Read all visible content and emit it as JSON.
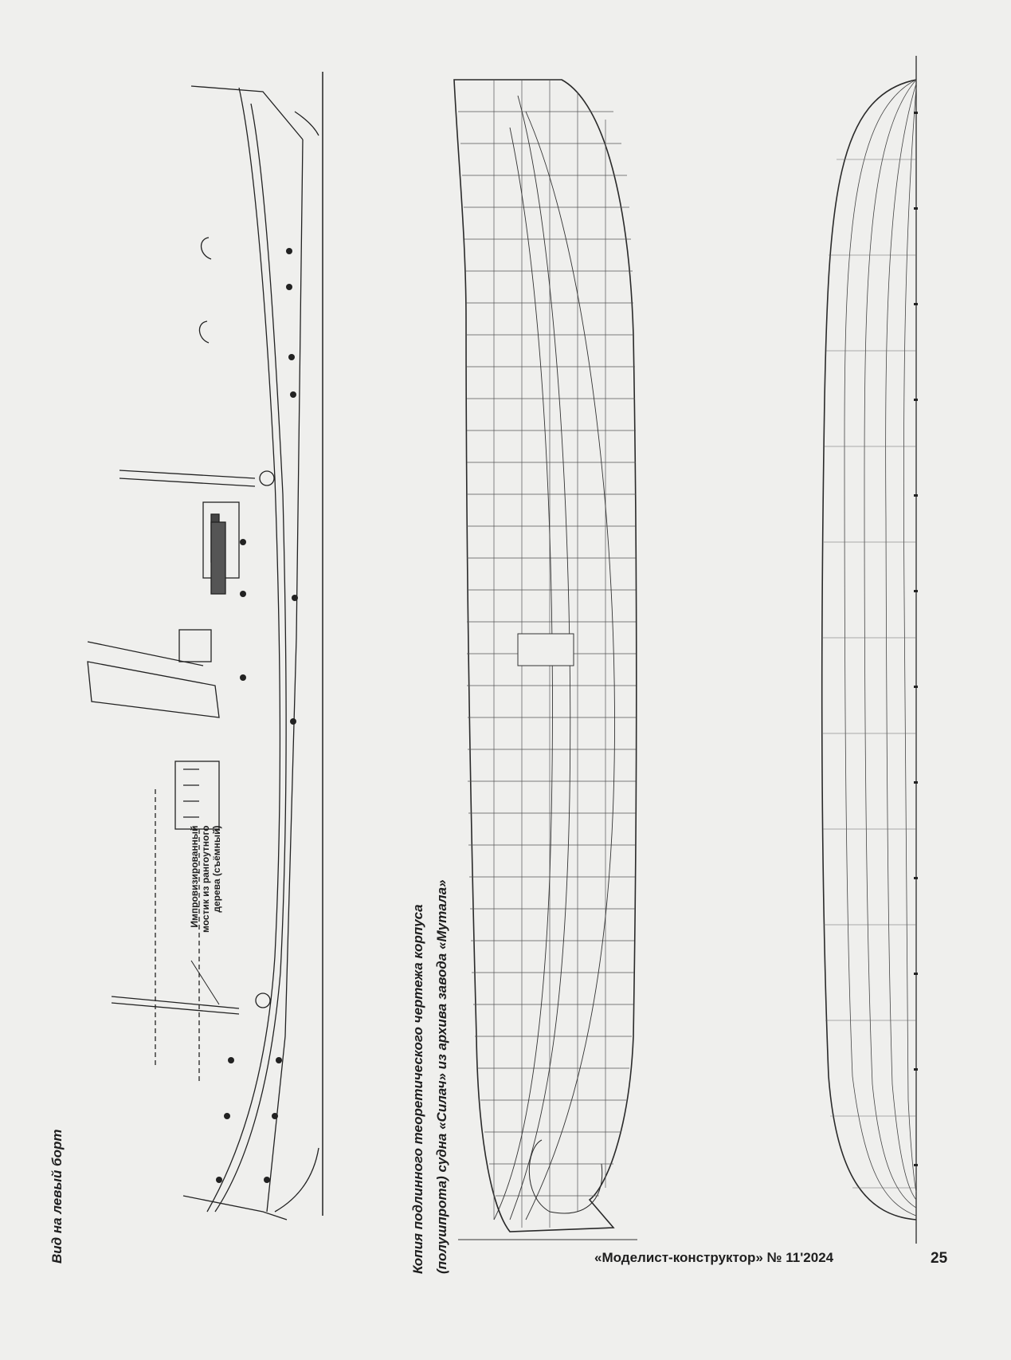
{
  "labels": {
    "side_view": "Вид на левый борт",
    "bridge_note": [
      "Импровизированный",
      "мостик из рангоутного",
      "дерева (съёмный)"
    ],
    "caption": [
      "Копия подлинного теоретического чертежа корпуса",
      "(полушпрота) судна «Силач» из архива завода «Мутала»"
    ]
  },
  "footer": {
    "journal": "«Моделист-конструктор» № 11'2024",
    "page": "25"
  },
  "colors": {
    "paper": "#efefed",
    "ink": "#1e1e1e"
  }
}
